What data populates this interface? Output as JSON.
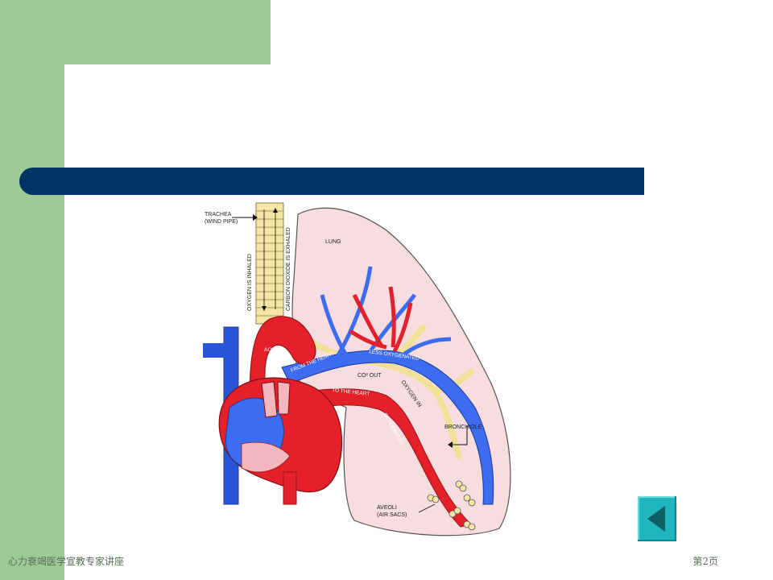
{
  "diagram": {
    "labels": {
      "trachea": "TRACHEA",
      "wind_pipe": "(WIND PIPE)",
      "oxygen_inhaled": "OXYGEN IS INHALED",
      "co2_exhaled": "CARBON DIOXIDE IS EXHALED",
      "lung": "LUNG",
      "aorta": "AORTA",
      "from_heart": "FROM THE HEART",
      "less_oxygenated": "LESS OXYGENATED",
      "co2_out": "CO² OUT",
      "oxygen_in": "OXYGEN IN",
      "to_heart": "TO THE HEART",
      "oxygenated": "OXYGENATED",
      "bronchiole": "BRONCHIOLE",
      "aveoli": "AVEOLI",
      "air_sacs": "(AIR SACS)"
    }
  },
  "nav": {
    "back_icon": "triangle-left-icon"
  },
  "footer": {
    "left_text": "心力衰竭医学宣教专家讲座",
    "page_number": "第2页"
  },
  "colors": {
    "green": "#9ccb96",
    "title_bar": "#023366",
    "button": "#1fb7bd"
  }
}
